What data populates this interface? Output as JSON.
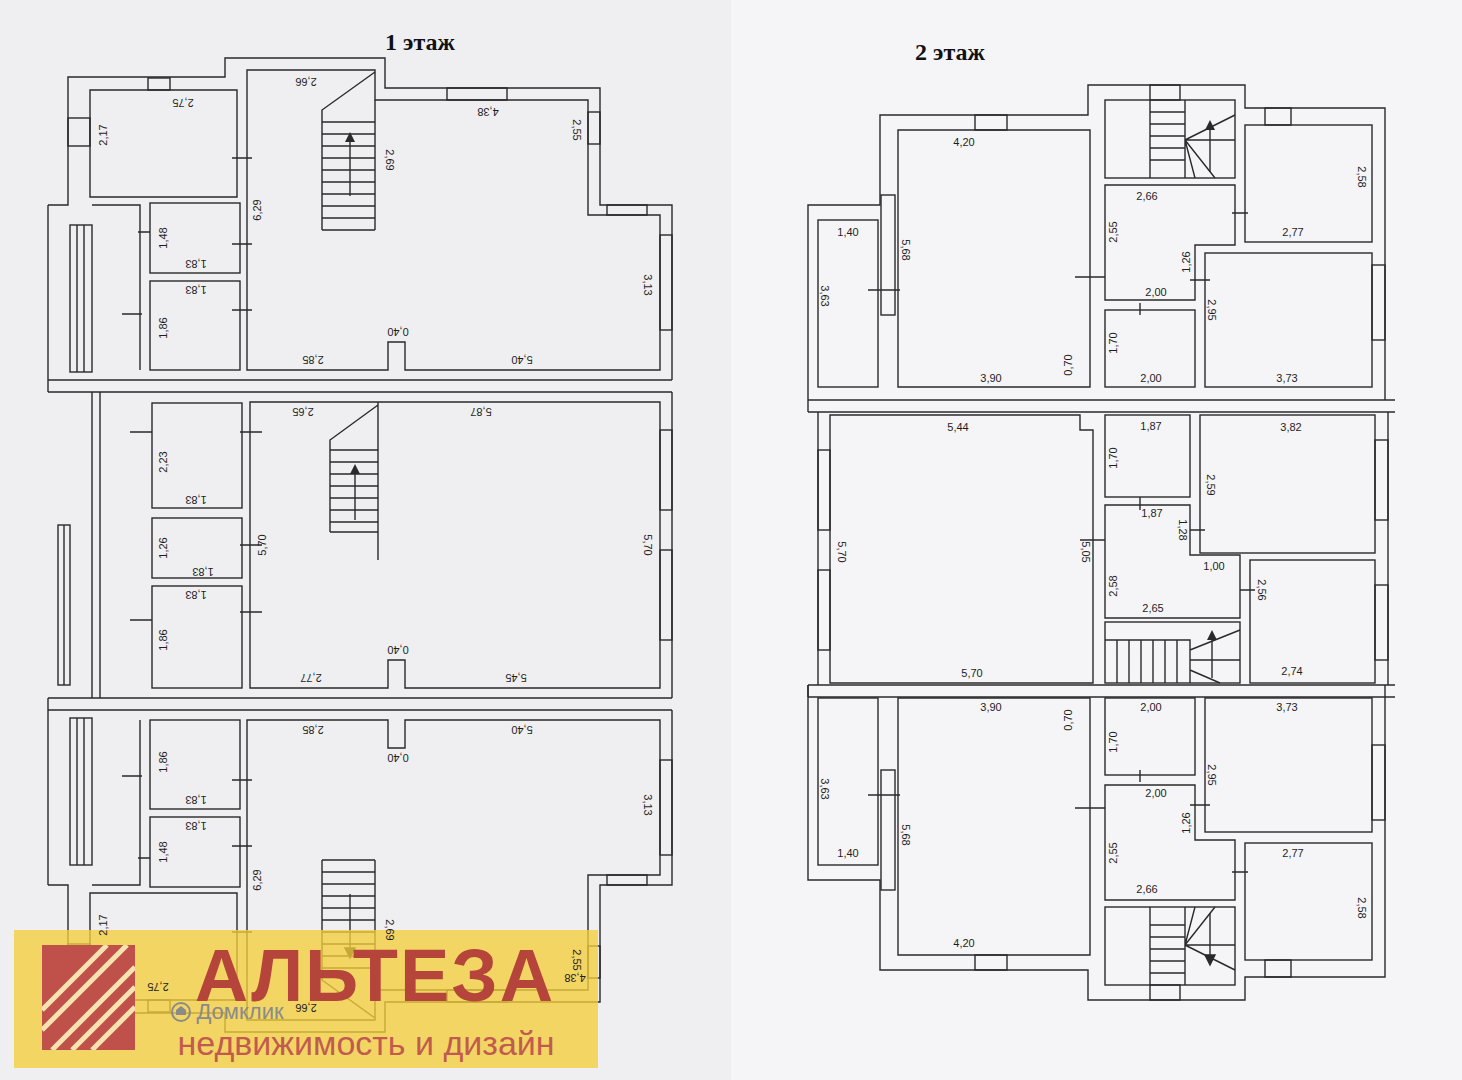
{
  "diagram": {
    "labels": [
      "1 этаж",
      "2 этаж",
      "2,75",
      "2,17",
      "2,66",
      "4,38",
      "2,69",
      "2,55",
      "6,29",
      "1,48",
      "1,83",
      "1,83",
      "1,86",
      "3,13",
      "0,40",
      "2,85",
      "5,40",
      "2,65",
      "5,87",
      "2,23",
      "1,83",
      "5,70",
      "5,70",
      "1,26",
      "1,83",
      "1,83",
      "1,86",
      "0,40",
      "2,77",
      "5,45",
      "2,85",
      "5,40",
      "0,40",
      "1,86",
      "1,83",
      "1,48",
      "1,83",
      "3,13",
      "6,29",
      "2,69",
      "2,17",
      "2,55",
      "2,75",
      "4,38",
      "2,66",
      "4,20",
      "2,58",
      "2,66",
      "1,40",
      "5,68",
      "2,55",
      "1,26",
      "2,77",
      "2,00",
      "2,95",
      "3,63",
      "1,70",
      "0,70",
      "3,90",
      "2,00",
      "3,73",
      "5,44",
      "1,87",
      "3,82",
      "1,70",
      "2,59",
      "1,87",
      "1,28",
      "5,70",
      "5,05",
      "1,00",
      "2,58",
      "2,56",
      "2,65",
      "5,70",
      "2,74",
      "3,90",
      "0,70",
      "2,00",
      "3,73",
      "1,70",
      "3,63",
      "2,95",
      "2,00",
      "1,26",
      "5,68",
      "2,55",
      "1,40",
      "2,77",
      "2,66",
      "2,58",
      "4,20",
      "АЛЬТЕЗА",
      "Домклик",
      "недвижимость и дизайн"
    ]
  }
}
